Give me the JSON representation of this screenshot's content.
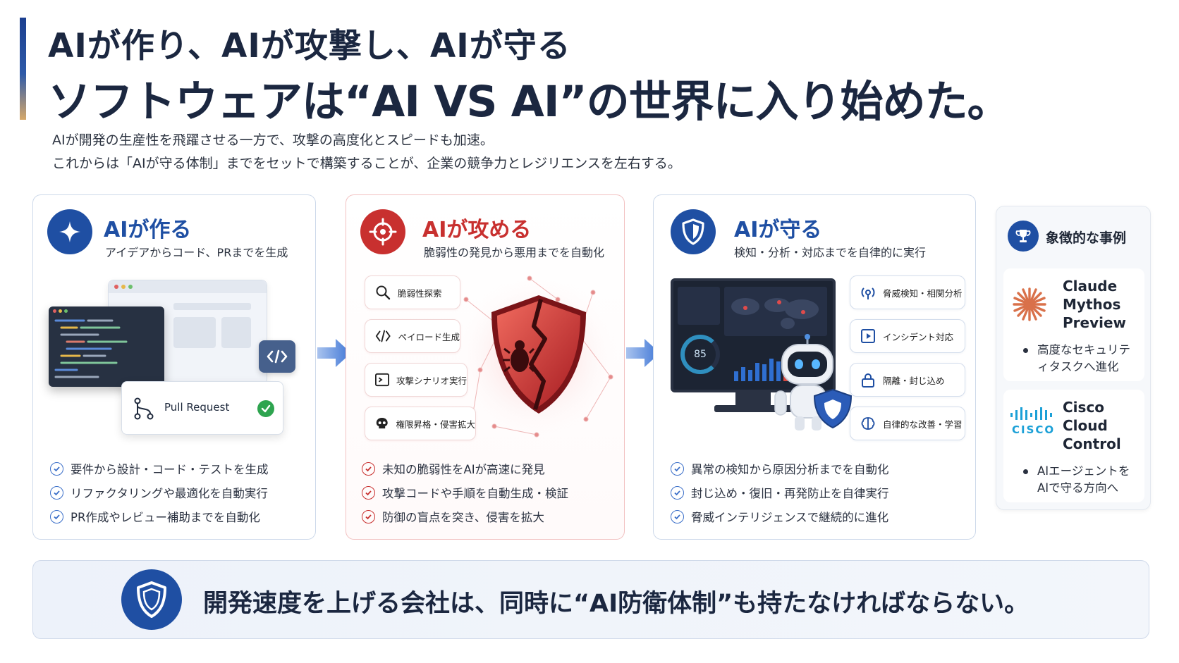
{
  "header": {
    "title_line1": "AIが作り、AIが攻撃し、AIが守る",
    "title_line2": "ソフトウェアは“AI VS AI”の世界に入り始めた。",
    "subtitle_line1": "AIが開発の生産性を飛躍させる一方で、攻撃の高度化とスピードも加速。",
    "subtitle_line2": "これからは「AIが守る体制」までをセットで構築することが、企業の競争力とレジリエンスを左右する。"
  },
  "cards": {
    "create": {
      "title": "AIが作る",
      "desc": "アイデアからコード、PRまでを生成",
      "pr_label": "Pull Request",
      "checks": [
        "要件から設計・コード・テストを生成",
        "リファクタリングや最適化を自動実行",
        "PR作成やレビュー補助までを自動化"
      ]
    },
    "attack": {
      "title": "AIが攻める",
      "desc": "脆弱性の発見から悪用までを自動化",
      "pills": [
        "脆弱性探索",
        "ペイロード生成",
        "攻撃シナリオ実行",
        "権限昇格・侵害拡大"
      ],
      "checks": [
        "未知の脆弱性をAIが高速に発見",
        "攻撃コードや手順を自動生成・検証",
        "防御の盲点を突き、侵害を拡大"
      ]
    },
    "defend": {
      "title": "AIが守る",
      "desc": "検知・分析・対応までを自律的に実行",
      "gauge": "85",
      "pills": [
        "脅威検知・相関分析",
        "インシデント対応",
        "隔離・封じ込め",
        "自律的な改善・学習"
      ],
      "checks": [
        "異常の検知から原因分析までを自動化",
        "封じ込め・復旧・再発防止を自律実行",
        "脅威インテリジェンスで継続的に進化"
      ]
    }
  },
  "cases": {
    "title": "象徴的な事例",
    "items": [
      {
        "name": "Claude\nMythos\nPreview",
        "note": "高度なセキュリティタスクへ進化"
      },
      {
        "name": "Cisco\nCloud\nControl",
        "logo_text": "CISCO",
        "note": "AIエージェントをAIで守る方向へ"
      }
    ]
  },
  "banner": {
    "text": "開発速度を上げる会社は、同時に“AI防衛体制”も持たなければならない。"
  },
  "colors": {
    "navy": "#1b2740",
    "blue": "#1f4fa3",
    "red": "#c8302f",
    "gold": "#d6a86a"
  }
}
